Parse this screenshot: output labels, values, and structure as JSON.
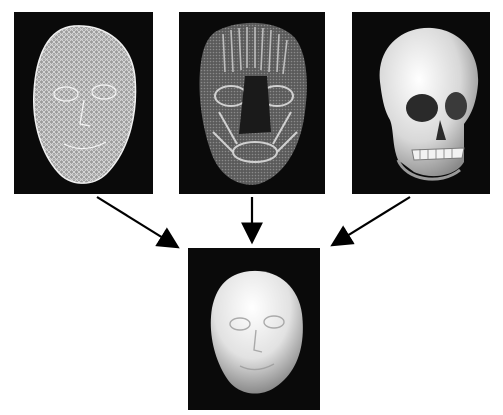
{
  "colors": {
    "panel_background": "#0a0a0a",
    "arrow": "#000000",
    "background": "#ffffff"
  },
  "panels": [
    {
      "name": "wireframe-face-mesh"
    },
    {
      "name": "facial-muscle-model"
    },
    {
      "name": "skull-model"
    },
    {
      "name": "rendered-face-result"
    }
  ]
}
